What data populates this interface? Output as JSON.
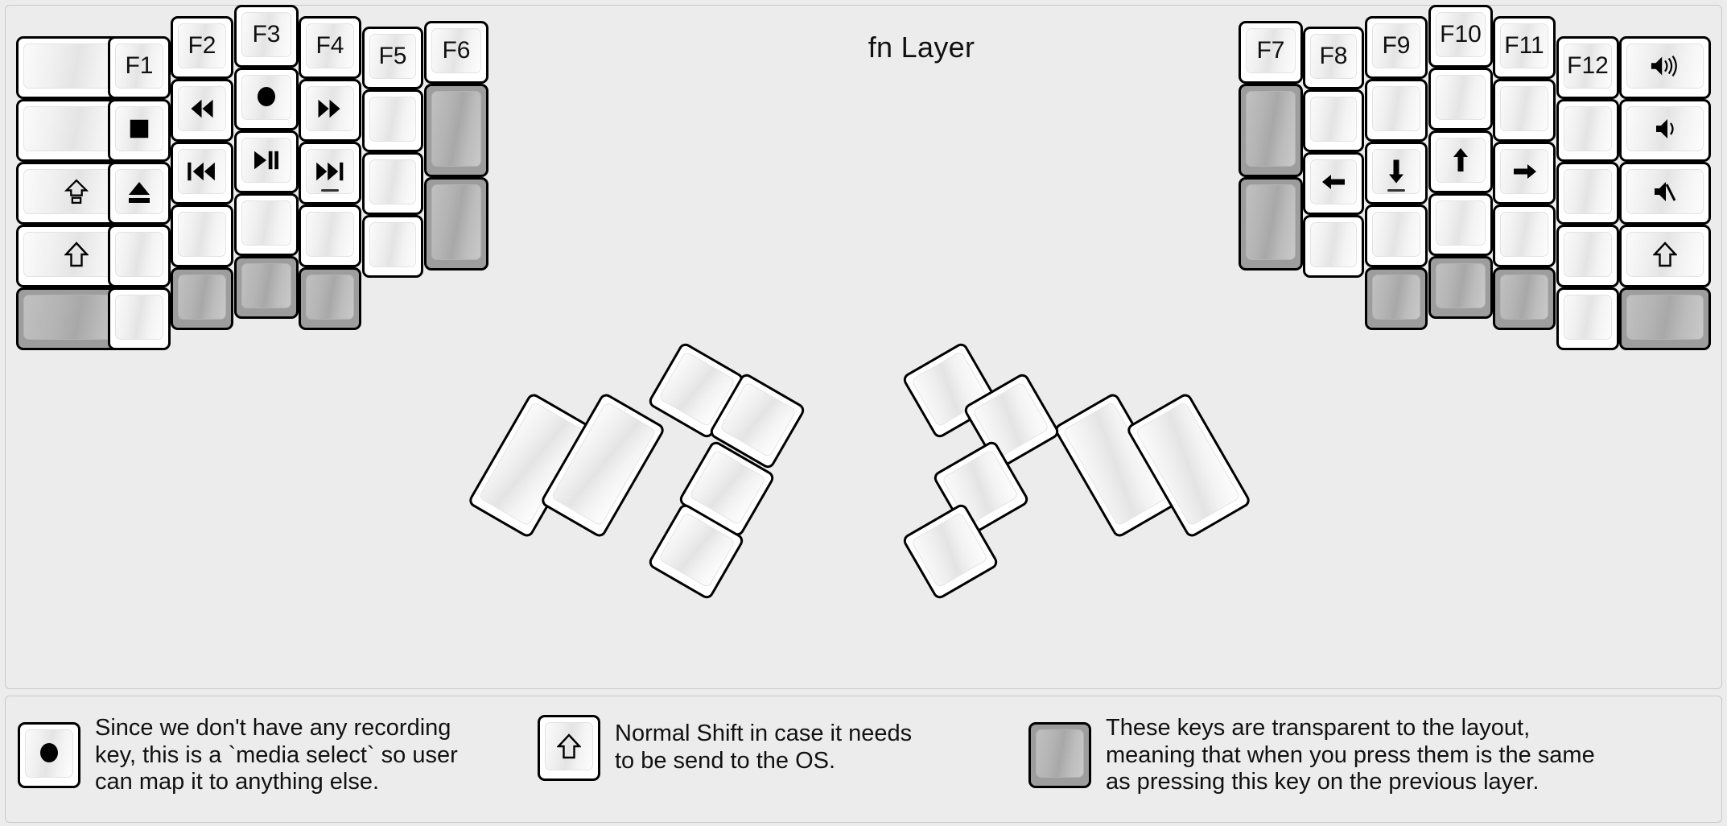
{
  "title": "fn Layer",
  "colors": {
    "background": "#ececec",
    "key_face": "#ffffff",
    "key_outline": "#000000",
    "transparent_key": "#9d9d9d",
    "text": "#111111"
  },
  "keyboard": {
    "name": "split-ergonomic-columnar-keyboard",
    "left_half": {
      "columns": [
        {
          "name": "col-pinky-outer",
          "keys": [
            {
              "label": "",
              "glyph": "",
              "type": "blank"
            },
            {
              "label": "",
              "glyph": "",
              "type": "blank"
            },
            {
              "label": "",
              "glyph": "caps-lock-arrow",
              "type": "glyph"
            },
            {
              "label": "",
              "glyph": "shift-arrow",
              "type": "glyph"
            },
            {
              "label": "",
              "glyph": "",
              "type": "transparent"
            }
          ]
        },
        {
          "name": "col-pinky",
          "keys": [
            {
              "label": "F1",
              "glyph": "",
              "type": "text"
            },
            {
              "label": "",
              "glyph": "media-stop",
              "type": "glyph"
            },
            {
              "label": "",
              "glyph": "media-eject",
              "type": "glyph"
            },
            {
              "label": "",
              "glyph": "",
              "type": "blank"
            },
            {
              "label": "",
              "glyph": "",
              "type": "blank"
            }
          ]
        },
        {
          "name": "col-ring",
          "keys": [
            {
              "label": "F2",
              "glyph": "",
              "type": "text"
            },
            {
              "label": "",
              "glyph": "media-rewind",
              "type": "glyph"
            },
            {
              "label": "",
              "glyph": "media-prev-track",
              "type": "glyph"
            },
            {
              "label": "",
              "glyph": "",
              "type": "blank"
            },
            {
              "label": "",
              "glyph": "",
              "type": "transparent"
            }
          ]
        },
        {
          "name": "col-middle",
          "keys": [
            {
              "label": "F3",
              "glyph": "",
              "type": "text"
            },
            {
              "label": "",
              "glyph": "media-record",
              "type": "glyph"
            },
            {
              "label": "",
              "glyph": "media-play-pause",
              "type": "glyph"
            },
            {
              "label": "",
              "glyph": "",
              "type": "blank"
            },
            {
              "label": "",
              "glyph": "",
              "type": "transparent"
            }
          ]
        },
        {
          "name": "col-index",
          "keys": [
            {
              "label": "F4",
              "glyph": "",
              "type": "text"
            },
            {
              "label": "",
              "glyph": "media-fast-forward",
              "type": "glyph"
            },
            {
              "label": "",
              "glyph": "media-next-track",
              "type": "glyph",
              "homing": true
            },
            {
              "label": "",
              "glyph": "",
              "type": "blank"
            },
            {
              "label": "",
              "glyph": "",
              "type": "transparent"
            }
          ]
        },
        {
          "name": "col-index-inner",
          "keys": [
            {
              "label": "F5",
              "glyph": "",
              "type": "text"
            },
            {
              "label": "",
              "glyph": "",
              "type": "blank"
            },
            {
              "label": "",
              "glyph": "",
              "type": "blank"
            },
            {
              "label": "",
              "glyph": "",
              "type": "blank"
            }
          ]
        },
        {
          "name": "col-inner-extra",
          "keys": [
            {
              "label": "F6",
              "glyph": "",
              "type": "text"
            },
            {
              "label": "",
              "glyph": "",
              "type": "transparent",
              "tall": true
            },
            {
              "label": "",
              "glyph": "",
              "type": "transparent",
              "tall": true
            }
          ]
        }
      ],
      "thumb_cluster": {
        "name": "left-thumb-cluster",
        "keys": [
          {
            "label": "",
            "glyph": "",
            "type": "blank",
            "size": "large"
          },
          {
            "label": "",
            "glyph": "",
            "type": "blank",
            "size": "large"
          },
          {
            "label": "",
            "glyph": "",
            "type": "blank",
            "size": "small"
          },
          {
            "label": "",
            "glyph": "",
            "type": "blank",
            "size": "small"
          },
          {
            "label": "",
            "glyph": "",
            "type": "blank",
            "size": "small"
          },
          {
            "label": "",
            "glyph": "",
            "type": "blank",
            "size": "small"
          }
        ]
      }
    },
    "right_half": {
      "columns": [
        {
          "name": "col-inner-extra",
          "keys": [
            {
              "label": "F7",
              "glyph": "",
              "type": "text"
            },
            {
              "label": "",
              "glyph": "",
              "type": "transparent",
              "tall": true
            },
            {
              "label": "",
              "glyph": "",
              "type": "transparent",
              "tall": true
            }
          ]
        },
        {
          "name": "col-index-inner",
          "keys": [
            {
              "label": "F8",
              "glyph": "",
              "type": "text"
            },
            {
              "label": "",
              "glyph": "",
              "type": "blank"
            },
            {
              "label": "",
              "glyph": "arrow-left",
              "type": "glyph"
            },
            {
              "label": "",
              "glyph": "",
              "type": "blank"
            }
          ]
        },
        {
          "name": "col-index",
          "keys": [
            {
              "label": "F9",
              "glyph": "",
              "type": "text"
            },
            {
              "label": "",
              "glyph": "",
              "type": "blank"
            },
            {
              "label": "",
              "glyph": "arrow-down",
              "type": "glyph",
              "homing": true
            },
            {
              "label": "",
              "glyph": "",
              "type": "blank"
            },
            {
              "label": "",
              "glyph": "",
              "type": "transparent"
            }
          ]
        },
        {
          "name": "col-middle",
          "keys": [
            {
              "label": "F10",
              "glyph": "",
              "type": "text"
            },
            {
              "label": "",
              "glyph": "",
              "type": "blank"
            },
            {
              "label": "",
              "glyph": "arrow-up",
              "type": "glyph"
            },
            {
              "label": "",
              "glyph": "",
              "type": "blank"
            },
            {
              "label": "",
              "glyph": "",
              "type": "transparent"
            }
          ]
        },
        {
          "name": "col-ring",
          "keys": [
            {
              "label": "F11",
              "glyph": "",
              "type": "text"
            },
            {
              "label": "",
              "glyph": "",
              "type": "blank"
            },
            {
              "label": "",
              "glyph": "arrow-right",
              "type": "glyph"
            },
            {
              "label": "",
              "glyph": "",
              "type": "blank"
            },
            {
              "label": "",
              "glyph": "",
              "type": "transparent"
            }
          ]
        },
        {
          "name": "col-pinky",
          "keys": [
            {
              "label": "F12",
              "glyph": "",
              "type": "text"
            },
            {
              "label": "",
              "glyph": "",
              "type": "blank"
            },
            {
              "label": "",
              "glyph": "",
              "type": "blank"
            },
            {
              "label": "",
              "glyph": "",
              "type": "blank"
            },
            {
              "label": "",
              "glyph": "",
              "type": "blank"
            }
          ]
        },
        {
          "name": "col-pinky-outer",
          "keys": [
            {
              "label": "",
              "glyph": "volume-up",
              "type": "glyph"
            },
            {
              "label": "",
              "glyph": "volume-down",
              "type": "glyph"
            },
            {
              "label": "",
              "glyph": "volume-mute",
              "type": "glyph"
            },
            {
              "label": "",
              "glyph": "shift-arrow",
              "type": "glyph"
            },
            {
              "label": "",
              "glyph": "",
              "type": "transparent"
            }
          ]
        }
      ],
      "thumb_cluster": {
        "name": "right-thumb-cluster",
        "keys": [
          {
            "label": "",
            "glyph": "",
            "type": "blank",
            "size": "large"
          },
          {
            "label": "",
            "glyph": "",
            "type": "blank",
            "size": "large"
          },
          {
            "label": "",
            "glyph": "",
            "type": "blank",
            "size": "small"
          },
          {
            "label": "",
            "glyph": "",
            "type": "blank",
            "size": "small"
          },
          {
            "label": "",
            "glyph": "",
            "type": "blank",
            "size": "small"
          },
          {
            "label": "",
            "glyph": "",
            "type": "blank",
            "size": "small"
          }
        ]
      }
    }
  },
  "legend": {
    "items": [
      {
        "key_glyph": "media-record",
        "key_type": "normal",
        "text": "Since we don't have any recording\nkey, this is a `media select` so user\ncan map it to anything else."
      },
      {
        "key_glyph": "shift-arrow",
        "key_type": "normal",
        "text": "Normal Shift in case it needs\nto be send to the OS."
      },
      {
        "key_glyph": "",
        "key_type": "transparent",
        "text": "These keys are transparent to the layout,\nmeaning that when you press them is the same\nas pressing this key on the previous layer."
      }
    ]
  }
}
